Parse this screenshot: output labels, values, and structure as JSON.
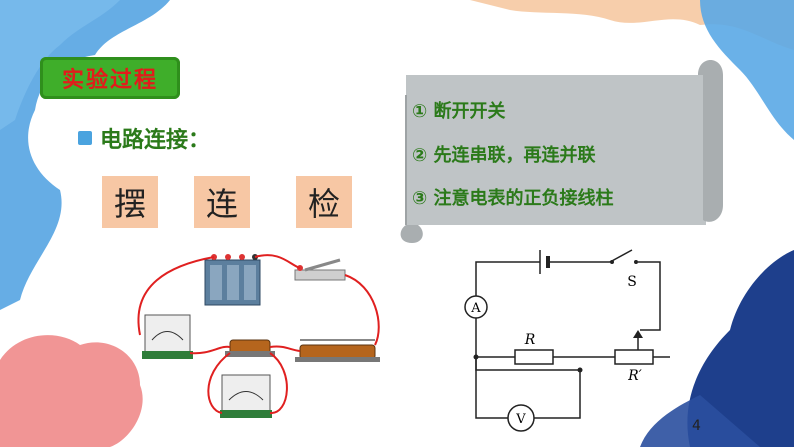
{
  "slide": {
    "title": "实验过程",
    "section_label": "电路连接：",
    "steps": [
      "摆",
      "连",
      "检"
    ],
    "notes": [
      "① 断开开关",
      "② 先连串联，再连并联",
      "③ 注意电表的正负接线柱"
    ],
    "page_number": "4"
  },
  "circuit": {
    "ammeter_label": "A",
    "voltmeter_label": "V",
    "resistor_label": "R",
    "rheostat_label": "R′",
    "switch_label": "S"
  },
  "colors": {
    "badge_green": "#3fae2a",
    "title_red": "#e31b1b",
    "text_green": "#2b7a1a",
    "step_bg": "#f7c7a4",
    "scroll_gray": "#bfc4c6"
  }
}
